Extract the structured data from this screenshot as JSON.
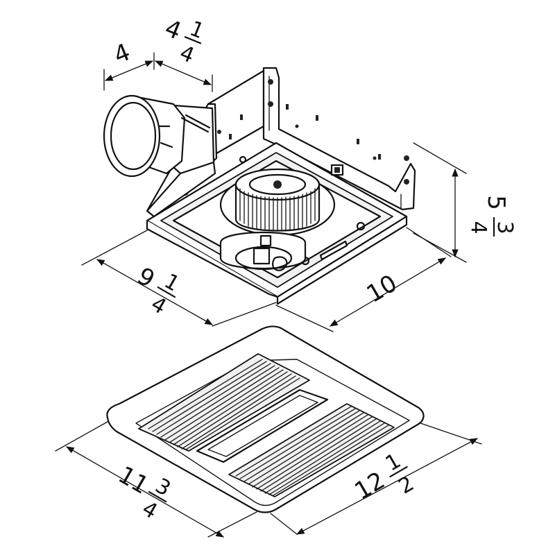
{
  "dimensions": {
    "duct_diameter": "4",
    "duct_offset": {
      "whole": "4",
      "numerator": "1",
      "denominator": "4"
    },
    "housing_height": {
      "whole": "5",
      "numerator": "3",
      "denominator": "4"
    },
    "housing_width": {
      "whole": "9",
      "numerator": "1",
      "denominator": "4"
    },
    "housing_depth": "10",
    "grille_width": {
      "whole": "11",
      "numerator": "3",
      "denominator": "4"
    },
    "grille_depth": {
      "whole": "12",
      "numerator": "1",
      "denominator": "2"
    }
  },
  "colors": {
    "line": "#111111",
    "background": "#ffffff",
    "shade": "#f1f1f1"
  }
}
